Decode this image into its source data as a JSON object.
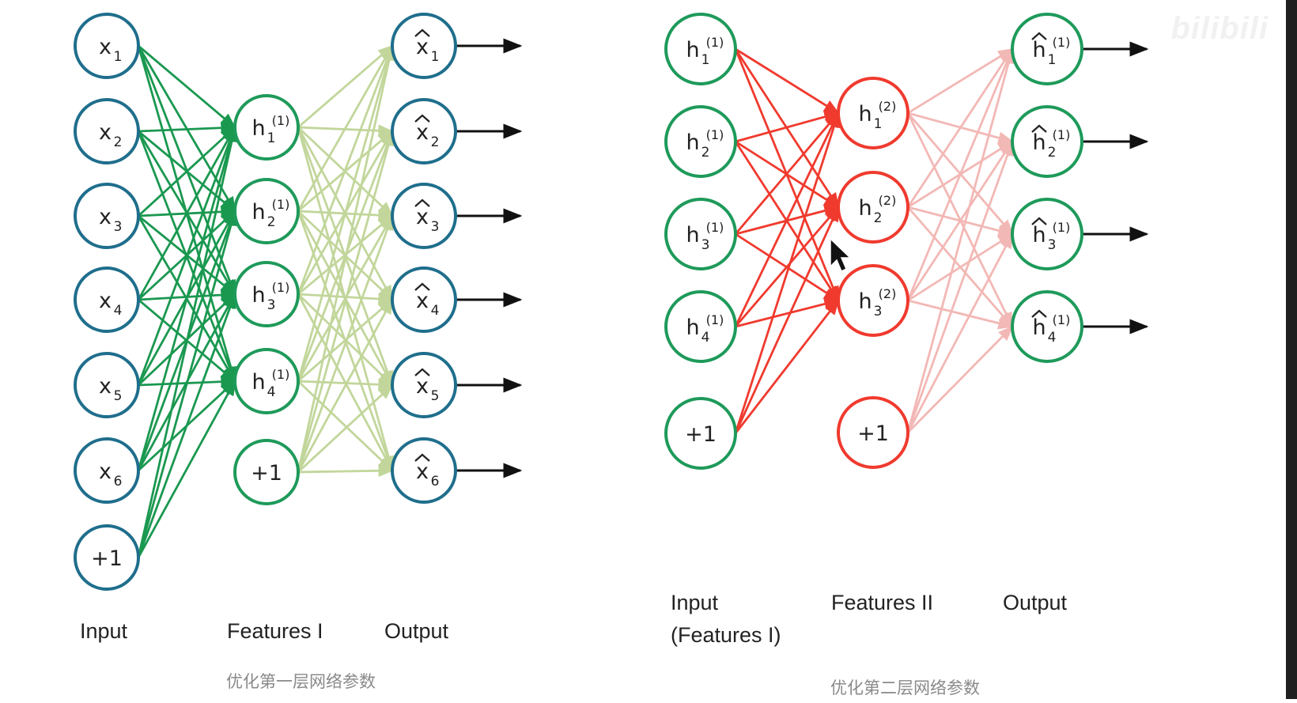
{
  "watermark": "bilibili",
  "left_diagram": {
    "inputs": [
      {
        "base": "x",
        "sub": "1"
      },
      {
        "base": "x",
        "sub": "2"
      },
      {
        "base": "x",
        "sub": "3"
      },
      {
        "base": "x",
        "sub": "4"
      },
      {
        "base": "x",
        "sub": "5"
      },
      {
        "base": "x",
        "sub": "6"
      }
    ],
    "input_bias": "+1",
    "hidden": [
      {
        "base": "h",
        "sub": "1",
        "sup": "(1)"
      },
      {
        "base": "h",
        "sub": "2",
        "sup": "(1)"
      },
      {
        "base": "h",
        "sub": "3",
        "sup": "(1)"
      },
      {
        "base": "h",
        "sub": "4",
        "sup": "(1)"
      }
    ],
    "hidden_bias": "+1",
    "outputs": [
      {
        "base": "x",
        "sub": "1",
        "hat": true
      },
      {
        "base": "x",
        "sub": "2",
        "hat": true
      },
      {
        "base": "x",
        "sub": "3",
        "hat": true
      },
      {
        "base": "x",
        "sub": "4",
        "hat": true
      },
      {
        "base": "x",
        "sub": "5",
        "hat": true
      },
      {
        "base": "x",
        "sub": "6",
        "hat": true
      }
    ],
    "labels": {
      "input": "Input",
      "features": "Features I",
      "output": "Output"
    },
    "caption": "优化第一层网络参数",
    "colors": {
      "node": "#1f6e8c",
      "hidden_node": "#1e9a5a",
      "edges_in": "#1a9850",
      "edges_out": "#c2d69b"
    }
  },
  "right_diagram": {
    "inputs": [
      {
        "base": "h",
        "sub": "1",
        "sup": "(1)"
      },
      {
        "base": "h",
        "sub": "2",
        "sup": "(1)"
      },
      {
        "base": "h",
        "sub": "3",
        "sup": "(1)"
      },
      {
        "base": "h",
        "sub": "4",
        "sup": "(1)"
      }
    ],
    "input_bias": "+1",
    "hidden": [
      {
        "base": "h",
        "sub": "1",
        "sup": "(2)"
      },
      {
        "base": "h",
        "sub": "2",
        "sup": "(2)"
      },
      {
        "base": "h",
        "sub": "3",
        "sup": "(2)"
      }
    ],
    "hidden_bias": "+1",
    "outputs": [
      {
        "base": "h",
        "sub": "1",
        "sup": "(1)",
        "hat": true
      },
      {
        "base": "h",
        "sub": "2",
        "sup": "(1)",
        "hat": true
      },
      {
        "base": "h",
        "sub": "3",
        "sup": "(1)",
        "hat": true
      },
      {
        "base": "h",
        "sub": "4",
        "sup": "(1)",
        "hat": true
      }
    ],
    "labels": {
      "input_line1": "Input",
      "input_line2": "(Features I)",
      "features": "Features II",
      "output": "Output"
    },
    "caption": "优化第二层网络参数",
    "colors": {
      "node": "#1e9a5a",
      "hidden_node": "#f03a2e",
      "edges_in": "#f03a2e",
      "edges_out": "#f2b8b5"
    }
  }
}
